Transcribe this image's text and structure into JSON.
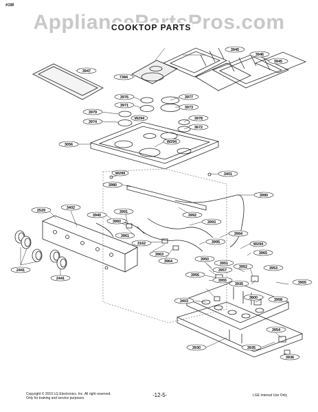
{
  "header": {
    "corner_code": "#1W",
    "watermark": "AppliancePartsPros.com",
    "title": "COOKTOP PARTS"
  },
  "footer": {
    "copyright_line1": "Copyright © 2010 LG Electronics. Inc. All right reserved.",
    "copyright_line2": "Only for training and service purposes",
    "page_number": "-12-5-",
    "internal_note": "LGE Internal Use Only"
  },
  "parts": [
    "3947",
    "3945",
    "3946",
    "3945",
    "7384",
    "3976",
    "3977",
    "3971",
    "3973",
    "3979",
    "3974",
    "W294",
    "3978",
    "3672",
    "3056",
    "W294",
    "W299",
    "3401",
    "3980",
    "3990",
    "2529",
    "3402",
    "3940",
    "3991",
    "3960",
    "3992",
    "3993",
    "3961",
    "3994",
    "3162",
    "W294",
    "3995",
    "3963",
    "3964",
    "3965",
    "2441",
    "2441",
    "3950",
    "3951",
    "3952",
    "3953",
    "3956",
    "3957",
    "3955",
    "3955",
    "3935",
    "3958",
    "3800",
    "3403",
    "3954",
    "3930",
    "3935",
    "3936"
  ]
}
